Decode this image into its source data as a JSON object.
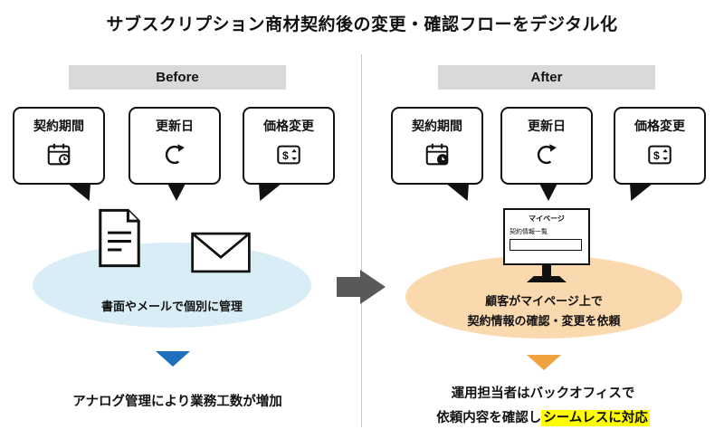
{
  "title": "サブスクリプション商材契約後の変更・確認フローをデジタル化",
  "before": {
    "header": "Before",
    "bubbles": [
      {
        "label": "契約期間",
        "icon": "calendar-clock-icon"
      },
      {
        "label": "更新日",
        "icon": "refresh-icon"
      },
      {
        "label": "価格変更",
        "icon": "price-change-icon"
      }
    ],
    "graphics": [
      "document-icon",
      "envelope-icon"
    ],
    "caption": "書面やメールで個別に管理",
    "footer": "アナログ管理により業務工数が増加",
    "ellipse_color": "#d9edf7",
    "arrow_color": "#1f6fbf"
  },
  "after": {
    "header": "After",
    "bubbles": [
      {
        "label": "契約期間",
        "icon": "calendar-clock-icon"
      },
      {
        "label": "更新日",
        "icon": "refresh-icon"
      },
      {
        "label": "価格変更",
        "icon": "price-change-icon"
      }
    ],
    "monitor": {
      "title": "マイページ",
      "line": "契約情報一覧"
    },
    "caption_line1": "顧客がマイページ上で",
    "caption_line2": "契約情報の確認・変更を依頼",
    "footer_line1": "運用担当者はバックオフィスで",
    "footer_line2_plain": "依頼内容を確認し",
    "footer_line2_highlight": "シームレスに対応",
    "highlight_color": "#ffff00",
    "ellipse_color": "#fbd9af",
    "arrow_color": "#f0a23f"
  },
  "flow_arrow_color": "#595959"
}
